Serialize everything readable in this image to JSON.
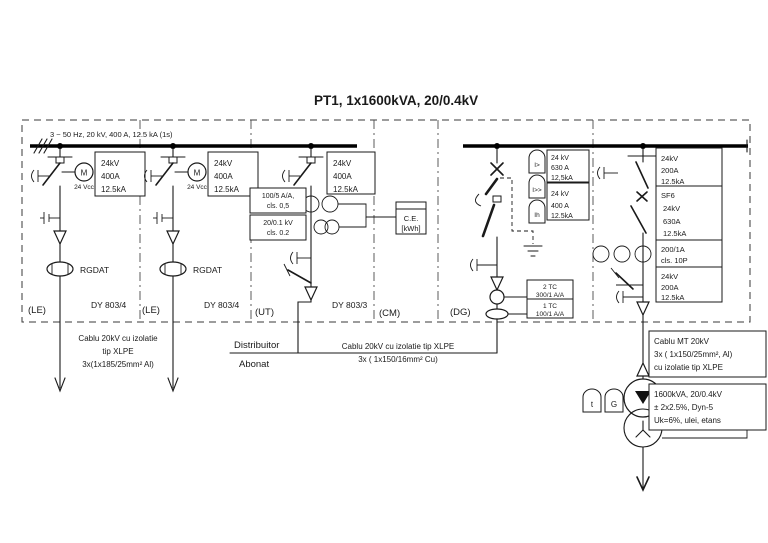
{
  "title": "PT1, 1x1600kVA, 20/0.4kV",
  "busbar": {
    "label": "3 ~ 50 Hz, 20 kV, 400 A, 12.5 kA (1s)"
  },
  "cells": {
    "le1": {
      "tag": "(LE)",
      "type": "DY 803/4",
      "motor": "M",
      "motor_supply": "24 Vcc",
      "sensor": "RGDAT",
      "rating": [
        "24kV",
        "400A",
        "12.5kA"
      ]
    },
    "le2": {
      "tag": "(LE)",
      "type": "DY 803/4",
      "motor": "M",
      "motor_supply": "24 Vcc",
      "sensor": "RGDAT",
      "rating": [
        "24kV",
        "400A",
        "12.5kA"
      ]
    },
    "ut": {
      "tag": "(UT)",
      "type": "DY 803/3",
      "rating": [
        "24kV",
        "400A",
        "12.5kA"
      ],
      "ct_label": [
        "100/5 A/A,",
        "cls. 0,5"
      ],
      "vt_label": [
        "20/0.1 kV",
        "cls. 0.2"
      ],
      "meter": [
        "C.E.",
        "[kWh]"
      ]
    },
    "cm": {
      "tag": "(CM)"
    },
    "dg": {
      "tag": "(DG)",
      "relays": [
        "I>",
        "I>>",
        "Ih"
      ],
      "breaker_rating": [
        "24 kV",
        "630 A",
        "12,5kA"
      ],
      "cell_rating": [
        "24 kV",
        "400 A",
        "12.5kA"
      ],
      "tc_label": [
        "2 TC",
        "300/1 A/A",
        "1 TC",
        "100/1 A/A"
      ]
    },
    "tr": {
      "sections": {
        "top": [
          "24kV",
          "200A",
          "12.5kA"
        ],
        "breaker": [
          "SF6",
          "24kV",
          "630A",
          "12.5kA"
        ],
        "ct": [
          "200/1A",
          "cls. 10P"
        ],
        "bottom": [
          "24kV",
          "200A",
          "12.5kA"
        ]
      },
      "relay_t": "t",
      "relay_g": "G"
    }
  },
  "cables": {
    "left": [
      "Cablu 20kV cu izolatie",
      "tip XLPE",
      "3x(1x185/25mm² Al)"
    ],
    "middle": [
      "Cablu 20kV cu izolatie tip XLPE",
      "3x ( 1x150/16mm² Cu)"
    ],
    "mt": [
      "Cablu MT 20kV",
      "3x ( 1x150/25mm², Al)",
      "cu izolatie tip XLPE"
    ]
  },
  "boundary": {
    "owner_top": "Distribuitor",
    "owner_bottom": "Abonat"
  },
  "transformer": {
    "specs": [
      "1600kVA, 20/0.4kV",
      "± 2x2.5%, Dyn-5",
      "Uk=6%, ulei, etans"
    ]
  }
}
